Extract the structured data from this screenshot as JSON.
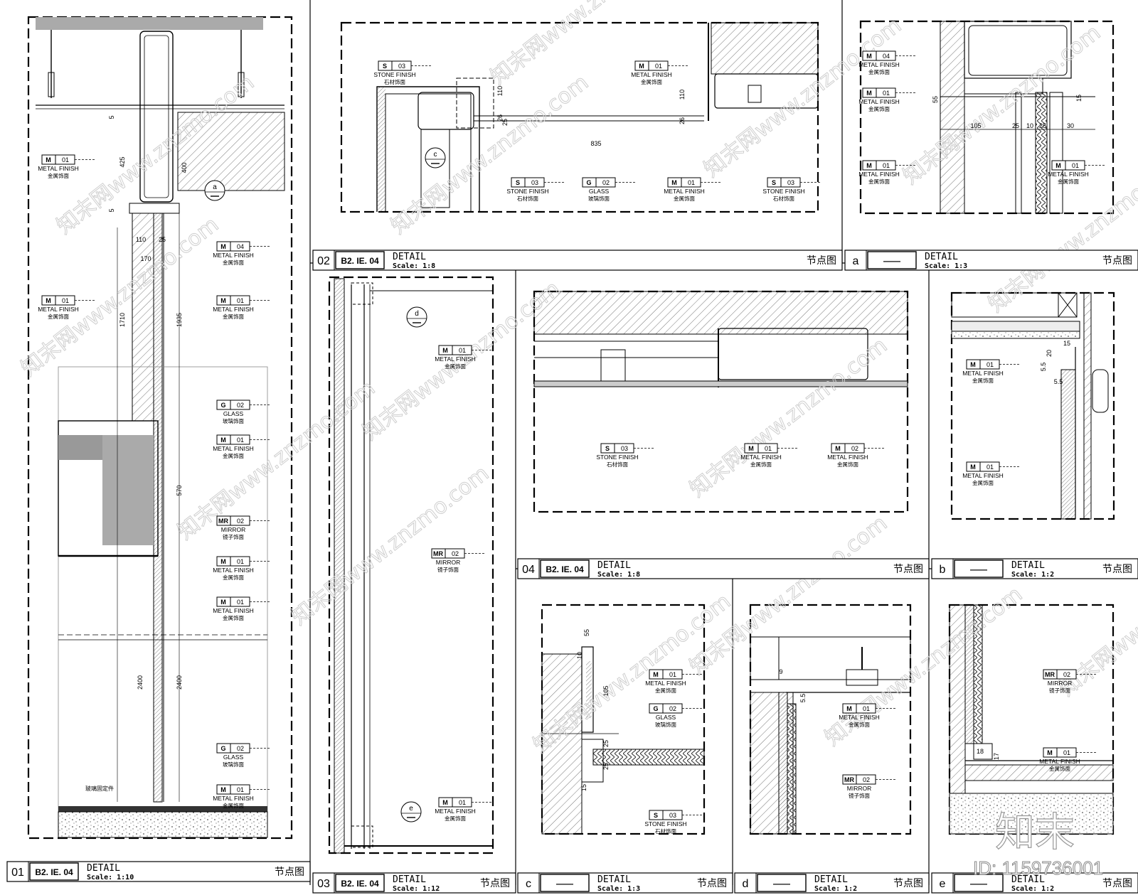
{
  "sheet": {
    "watermark_text": "知末网www.znzmo.com",
    "logo_text": "知末",
    "id_text": "ID: 1159736001"
  },
  "panels": {
    "p01": {
      "num": "01",
      "code": "B2. IE. 04",
      "title": "DETAIL",
      "scale": "Scale: 1:10",
      "cn": "节点图",
      "tags": [
        {
          "code": "M",
          "num": "01",
          "en": "METAL FINISH",
          "cn": "金属饰面"
        },
        {
          "code": "M",
          "num": "04",
          "en": "METAL FINISH",
          "cn": "金属饰面"
        },
        {
          "code": "M",
          "num": "01",
          "en": "METAL FINISH",
          "cn": "金属饰面"
        },
        {
          "code": "M",
          "num": "01",
          "en": "METAL FINISH",
          "cn": "金属饰面"
        },
        {
          "code": "G",
          "num": "02",
          "en": "GLASS",
          "cn": "玻璃饰面"
        },
        {
          "code": "M",
          "num": "01",
          "en": "METAL FINISH",
          "cn": "金属饰面"
        },
        {
          "code": "MR",
          "num": "02",
          "en": "MIRROR",
          "cn": "镜子饰面"
        },
        {
          "code": "M",
          "num": "01",
          "en": "METAL FINISH",
          "cn": "金属饰面"
        },
        {
          "code": "M",
          "num": "01",
          "en": "METAL FINISH",
          "cn": "金属饰面"
        },
        {
          "code": "G",
          "num": "02",
          "en": "GLASS",
          "cn": "玻璃饰面"
        },
        {
          "code": "M",
          "num": "01",
          "en": "METAL FINISH",
          "cn": "金属饰面"
        }
      ],
      "dims": [
        "5",
        "425",
        "400",
        "5",
        "110",
        "25",
        "170",
        "1710",
        "1935",
        "570",
        "2400",
        "2400"
      ],
      "callouts": [
        "a"
      ],
      "note": "玻璃固定件"
    },
    "p02": {
      "num": "02",
      "code": "B2. IE. 04",
      "title": "DETAIL",
      "scale": "Scale: 1:8",
      "cn": "节点图",
      "tags": [
        {
          "code": "S",
          "num": "03",
          "en": "STONE FINISH",
          "cn": "石材饰面"
        },
        {
          "code": "M",
          "num": "01",
          "en": "METAL FINISH",
          "cn": "金属饰面"
        },
        {
          "code": "S",
          "num": "03",
          "en": "STONE FINISH",
          "cn": "石材饰面"
        },
        {
          "code": "G",
          "num": "02",
          "en": "GLASS",
          "cn": "玻璃饰面"
        },
        {
          "code": "M",
          "num": "01",
          "en": "METAL FINISH",
          "cn": "金属饰面"
        },
        {
          "code": "S",
          "num": "03",
          "en": "STONE FINISH",
          "cn": "石材饰面"
        }
      ],
      "dims": [
        "110",
        "26",
        "25",
        "835",
        "110",
        "26"
      ],
      "callouts": [
        "c"
      ]
    },
    "pa": {
      "num": "a",
      "code": "——",
      "title": "DETAIL",
      "scale": "Scale: 1:3",
      "cn": "节点图",
      "tags": [
        {
          "code": "M",
          "num": "04",
          "en": "METAL FINISH",
          "cn": "金属饰面"
        },
        {
          "code": "M",
          "num": "01",
          "en": "METAL FINISH",
          "cn": "金属饰面"
        },
        {
          "code": "M",
          "num": "01",
          "en": "METAL FINISH",
          "cn": "金属饰面"
        },
        {
          "code": "M",
          "num": "01",
          "en": "METAL FINISH",
          "cn": "金属饰面"
        }
      ],
      "dims": [
        "55",
        "15",
        "105",
        "25",
        "10",
        "25",
        "30"
      ]
    },
    "p03": {
      "num": "03",
      "code": "B2. IE. 04",
      "title": "DETAIL",
      "scale": "Scale: 1:12",
      "cn": "节点图",
      "tags": [
        {
          "code": "M",
          "num": "01",
          "en": "METAL FINISH",
          "cn": "金属饰面"
        },
        {
          "code": "MR",
          "num": "02",
          "en": "MIRROR",
          "cn": "镜子饰面"
        },
        {
          "code": "M",
          "num": "01",
          "en": "METAL FINISH",
          "cn": "金属饰面"
        }
      ],
      "callouts": [
        "d",
        "e"
      ]
    },
    "p04": {
      "num": "04",
      "code": "B2. IE. 04",
      "title": "DETAIL",
      "scale": "Scale: 1:8",
      "cn": "节点图",
      "tags": [
        {
          "code": "S",
          "num": "03",
          "en": "STONE FINISH",
          "cn": "石材饰面"
        },
        {
          "code": "M",
          "num": "01",
          "en": "METAL FINISH",
          "cn": "金属饰面"
        },
        {
          "code": "M",
          "num": "02",
          "en": "METAL FINISH",
          "cn": "金属饰面"
        }
      ]
    },
    "pb": {
      "num": "b",
      "code": "——",
      "title": "DETAIL",
      "scale": "Scale: 1:2",
      "cn": "节点图",
      "tags": [
        {
          "code": "M",
          "num": "01",
          "en": "METAL FINISH",
          "cn": "金属饰面"
        },
        {
          "code": "M",
          "num": "01",
          "en": "METAL FINISH",
          "cn": "金属饰面"
        }
      ],
      "dims": [
        "15",
        "20",
        "5.5",
        "5.5"
      ]
    },
    "pc": {
      "num": "c",
      "code": "——",
      "title": "DETAIL",
      "scale": "Scale: 1:3",
      "cn": "节点图",
      "tags": [
        {
          "code": "M",
          "num": "01",
          "en": "METAL FINISH",
          "cn": "金属饰面"
        },
        {
          "code": "G",
          "num": "02",
          "en": "GLASS",
          "cn": "玻璃饰面"
        },
        {
          "code": "S",
          "num": "03",
          "en": "STONE FINISH",
          "cn": "石材饰面"
        }
      ],
      "dims": [
        "55",
        "10",
        "105",
        "25",
        "25",
        "15"
      ]
    },
    "pd": {
      "num": "d",
      "code": "——",
      "title": "DETAIL",
      "scale": "Scale: 1:2",
      "cn": "节点图",
      "tags": [
        {
          "code": "M",
          "num": "01",
          "en": "METAL FINISH",
          "cn": "金属饰面"
        },
        {
          "code": "MR",
          "num": "02",
          "en": "MIRROR",
          "cn": "镜子饰面"
        }
      ],
      "dims": [
        "9",
        "5.5"
      ]
    },
    "pe": {
      "num": "e",
      "code": "——",
      "title": "DETAIL",
      "scale": "Scale: 1:2",
      "cn": "节点图",
      "tags": [
        {
          "code": "MR",
          "num": "02",
          "en": "MIRROR",
          "cn": "镜子饰面"
        },
        {
          "code": "M",
          "num": "01",
          "en": "METAL FINISH",
          "cn": "金属饰面"
        }
      ],
      "dims": [
        "18",
        "17"
      ]
    }
  }
}
